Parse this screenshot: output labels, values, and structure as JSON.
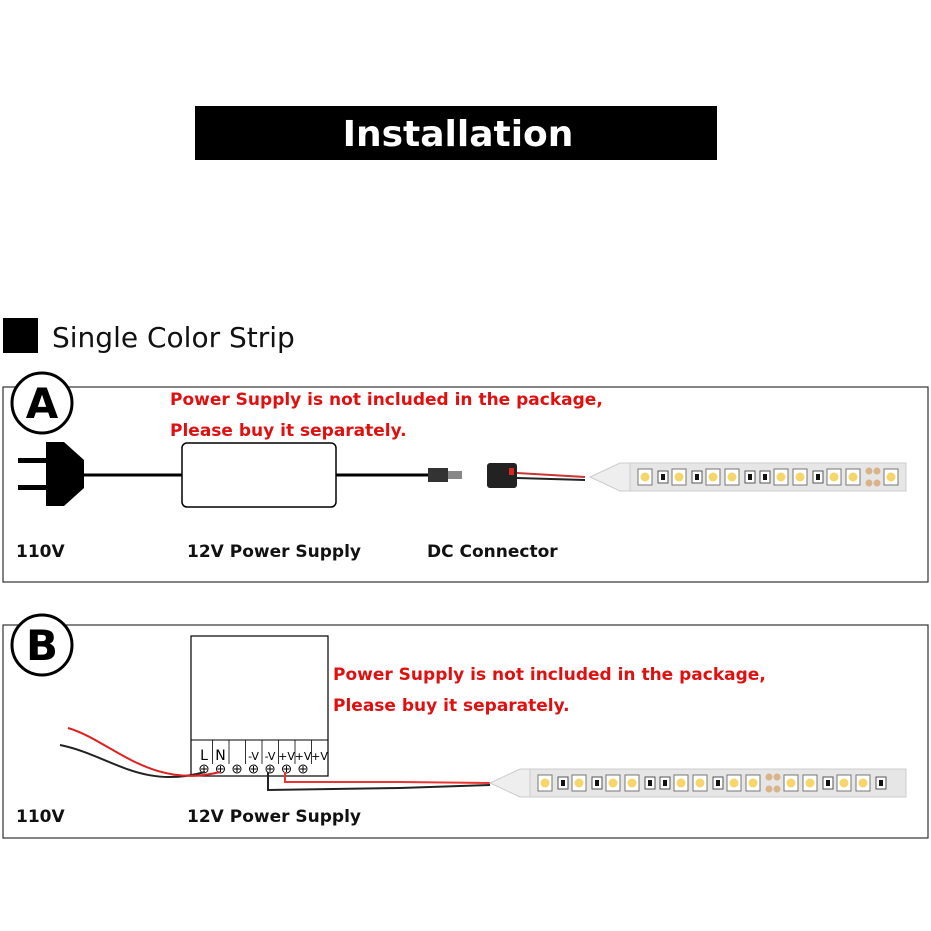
{
  "title": "Installation",
  "section": {
    "title": "Single Color Strip"
  },
  "panel_a": {
    "letter": "A",
    "notice_line1": "Power Supply is not included in the package,",
    "notice_line2": "Please buy it separately.",
    "labels": {
      "mains": "110V",
      "power_supply": "12V Power Supply",
      "connector": "DC Connector"
    }
  },
  "panel_b": {
    "letter": "B",
    "notice_line1": "Power Supply is not included in the package,",
    "notice_line2": "Please buy it separately.",
    "terminals": [
      "L",
      "N",
      "",
      "-V",
      "-V",
      "+V",
      "+V",
      "+V"
    ],
    "labels": {
      "mains": "110V",
      "power_supply": "12V Power Supply"
    }
  },
  "colors": {
    "warning": "#e01010",
    "led": "#f6d66a",
    "strip": "#e6e6e6"
  }
}
